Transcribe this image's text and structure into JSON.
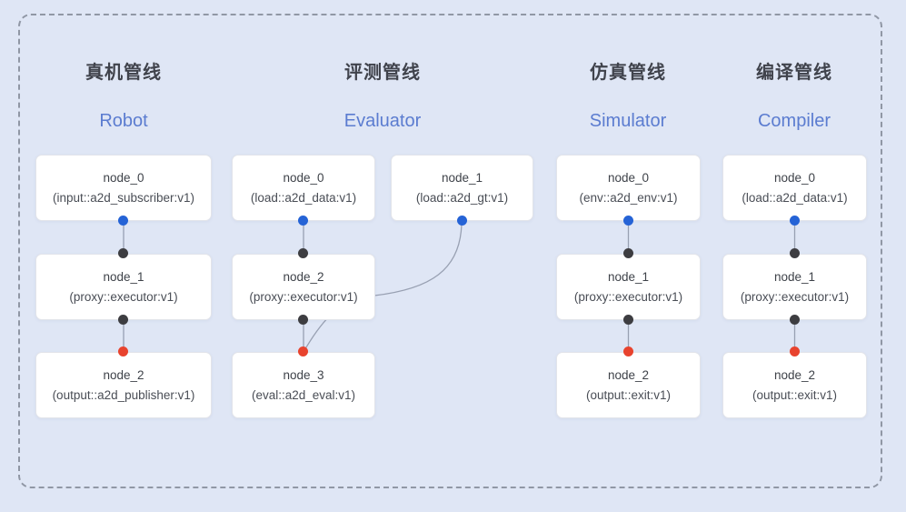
{
  "diagram": {
    "background_color": "#dfe6f5",
    "frame_border_color": "#9097a5",
    "edge_color": "#98a0b2",
    "accent_en_color": "#5b7cd0",
    "port_colors": {
      "source_output": "#2563d6",
      "input": "#3d3d41",
      "sink_input": "#e8432e"
    }
  },
  "pipelines": [
    {
      "title_zh": "真机管线",
      "title_en": "Robot",
      "nodes": [
        {
          "name": "node_0",
          "type": "(input::a2d_subscriber:v1)"
        },
        {
          "name": "node_1",
          "type": "(proxy::executor:v1)"
        },
        {
          "name": "node_2",
          "type": "(output::a2d_publisher:v1)"
        }
      ]
    },
    {
      "title_zh": "评测管线",
      "title_en": "Evaluator",
      "nodes": [
        {
          "name": "node_0",
          "type": "(load::a2d_data:v1)"
        },
        {
          "name": "node_1",
          "type": "(load::a2d_gt:v1)"
        },
        {
          "name": "node_2",
          "type": "(proxy::executor:v1)"
        },
        {
          "name": "node_3",
          "type": "(eval::a2d_eval:v1)"
        }
      ]
    },
    {
      "title_zh": "仿真管线",
      "title_en": "Simulator",
      "nodes": [
        {
          "name": "node_0",
          "type": "(env::a2d_env:v1)"
        },
        {
          "name": "node_1",
          "type": "(proxy::executor:v1)"
        },
        {
          "name": "node_2",
          "type": "(output::exit:v1)"
        }
      ]
    },
    {
      "title_zh": "编译管线",
      "title_en": "Compiler",
      "nodes": [
        {
          "name": "node_0",
          "type": "(load::a2d_data:v1)"
        },
        {
          "name": "node_1",
          "type": "(proxy::executor:v1)"
        },
        {
          "name": "node_2",
          "type": "(output::exit:v1)"
        }
      ]
    }
  ]
}
